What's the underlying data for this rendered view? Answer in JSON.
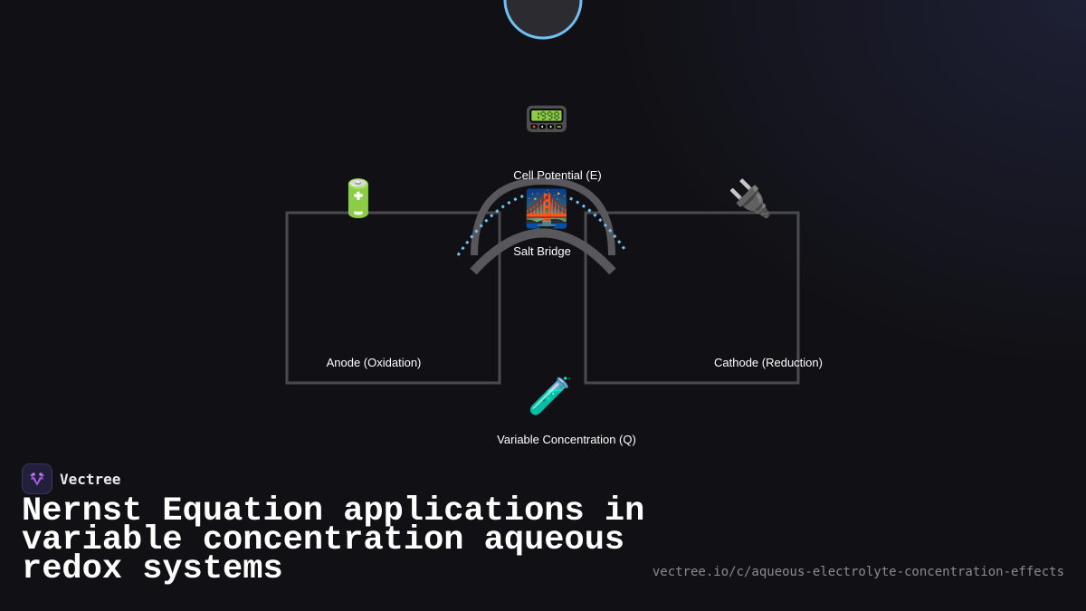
{
  "diagram": {
    "labels": {
      "cell_potential": "Cell Potential (E)",
      "salt_bridge": "Salt Bridge",
      "anode": "Anode (Oxidation)",
      "cathode": "Cathode (Reduction)",
      "concentration": "Variable Concentration (Q)"
    },
    "icons": {
      "meter": "📟",
      "bridge": "🌉",
      "battery": "🔋",
      "plug": "🔌",
      "test_tube": "🧪"
    }
  },
  "brand": {
    "name": "Vectree"
  },
  "footer": {
    "title": "Nernst Equation applications in variable concentration aqueous redox systems",
    "url": "vectree.io/c/aqueous-electrolyte-concentration-effects"
  },
  "colors": {
    "accent": "#6ec1f0",
    "line": "#4a4a4f",
    "bridge": "#5c5c60",
    "logo_purple": "#a45ee8"
  }
}
